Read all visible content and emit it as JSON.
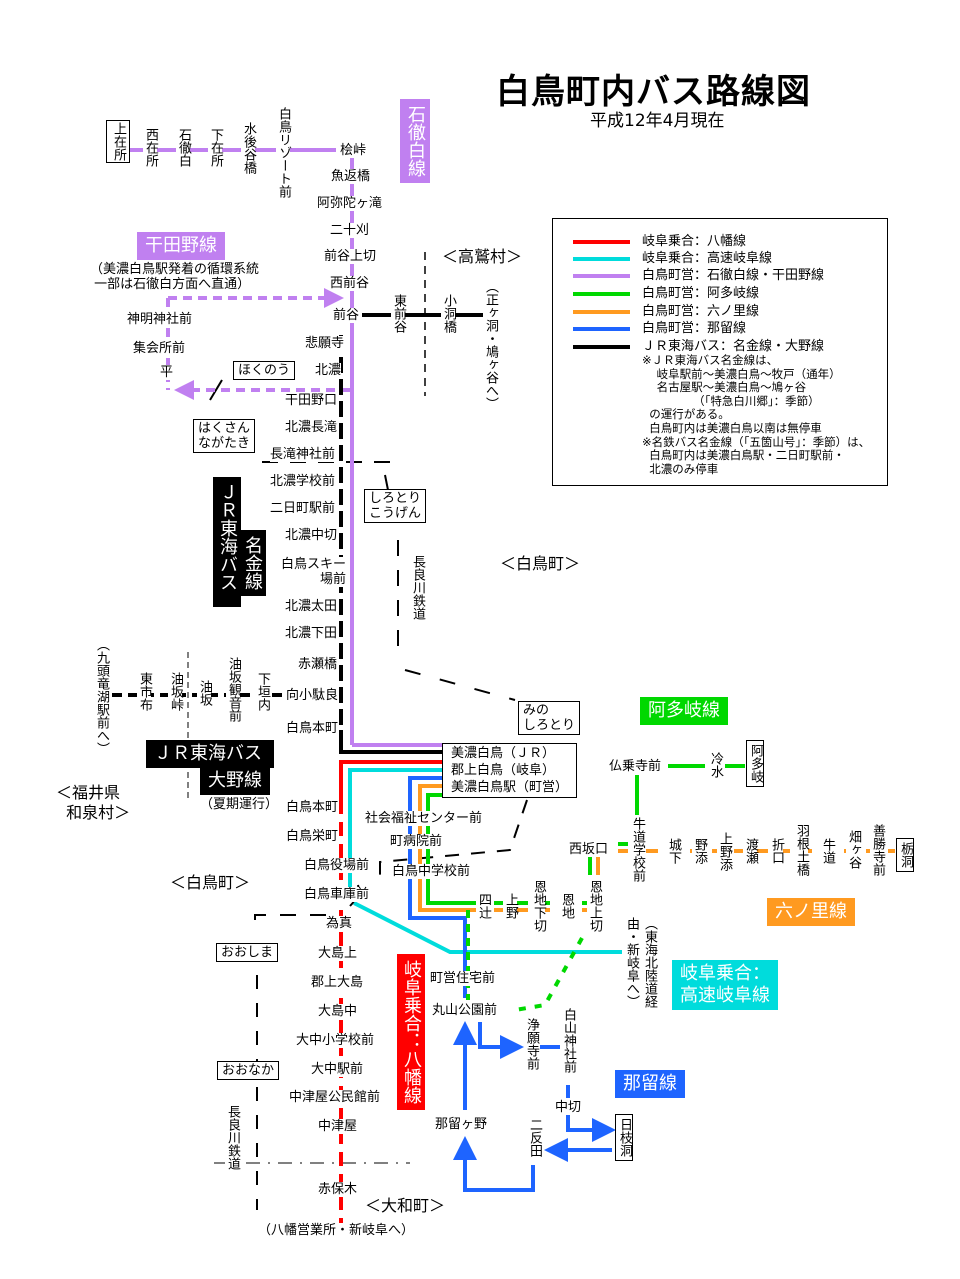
{
  "title": "白鳥町内バス路線図",
  "subtitle": "平成12年4月現在",
  "colors": {
    "hachiman": "#ff0000",
    "kosoku": "#00dcdc",
    "ishitetsu": "#c080f0",
    "atagi": "#00d800",
    "rokunori": "#ff9a20",
    "nadome": "#1e64ff",
    "jr": "#000000"
  },
  "legend": {
    "items": [
      {
        "label": "岐阜乗合：八幡線",
        "color": "#ff0000"
      },
      {
        "label": "岐阜乗合：高速岐阜線",
        "color": "#00dcdc"
      },
      {
        "label": "白鳥町営：石徹白線・干田野線",
        "color": "#c080f0"
      },
      {
        "label": "白鳥町営：阿多岐線",
        "color": "#00d800"
      },
      {
        "label": "白鳥町営：六ノ里線",
        "color": "#ff9a20"
      },
      {
        "label": "白鳥町営：那留線",
        "color": "#1e64ff"
      },
      {
        "label": "ＪＲ東海バス：名金線・大野線",
        "color": "#000000"
      }
    ],
    "note": "※ＪＲ東海バス名金線は、\n    岐阜駅前～美濃白鳥～牧戸（通年）\n    名古屋駅～美濃白鳥～鳩ヶ谷\n              （「特急白川郷」：季節）\n  の運行がある。\n  白鳥町内は美濃白鳥以南は無停車\n※名鉄バス名金線（「五箇山号」：季節）は、\n  白鳥町内は美濃白鳥駅・二日町駅前・\n  北濃のみ停車"
  },
  "route_labels": {
    "ishitetsu": "石徹白線",
    "senda": "干田野線",
    "senda_note": "（美濃白鳥駅発着の循環系統\n 一部は石徹白方面へ直通）",
    "meikin_a": "ＪＲ東海バス",
    "meikin_b": "名金線",
    "ono_a": "ＪＲ東海バス",
    "ono_b": "大野線",
    "ono_note": "（夏期運行）",
    "atagi": "阿多岐線",
    "rokunori": "六ノ里線",
    "kosoku": "岐阜乗合：\n高速岐阜線",
    "hachiman": "岐阜乗合：八幡線",
    "nadome": "那留線"
  },
  "regions": {
    "takasu": "＜高鷲村＞",
    "shirotori1": "＜白鳥町＞",
    "shirotori2": "＜白鳥町＞",
    "fukui": "＜福井県\n  和泉村＞",
    "yamato": "＜大和町＞"
  },
  "boxes": {
    "hokunou": "ほくのう",
    "hakusan": "はくさん\nながたき",
    "shirotori_kougen": "しろとり\nこうげん",
    "mino_shirotori": "みの\nしろとり",
    "ooshima": "おおしま",
    "oonaka": "おおなか"
  },
  "terminal": {
    "line1": "美濃白鳥（ＪＲ）",
    "line2": "郡上白鳥（岐阜）",
    "line3": "美濃白鳥駅（町営）"
  },
  "rail_label_1": "長良川鉄道",
  "rail_label_2": "長良川鉄道",
  "directions": {
    "shogabora": "（正ヶ洞・鳩ヶ谷へ）",
    "kuzuryu": "（九頭竜湖駅前へ）",
    "tokai": "（東海北陸道経由・新岐阜へ）",
    "hachiman_end": "（八幡営業所・新岐阜へ）"
  },
  "stops": {
    "kamizaisho": "上在所",
    "nishizaisho": "西在所",
    "itoshiro": "石徹白",
    "shimozaisho": "下在所",
    "mizukoshi": "水後谷橋",
    "resort": "白鳥リゾート前",
    "hinokitoge": "桧峠",
    "uogaeshi": "魚返橋",
    "amida": "阿弥陀ヶ滝",
    "nijukari": "二十刈",
    "maedani_kamikiri": "前谷上切",
    "nishimaedani": "西前谷",
    "maedani": "前谷",
    "higashimaedani": "東前谷",
    "kobora": "小洞橋",
    "shinmei": "神明神社前",
    "shukaisho": "集会所前",
    "taira": "平",
    "higanji": "悲願寺",
    "hokuno": "北濃",
    "sendano": "干田野口",
    "hokuno_nagataki": "北濃長滝",
    "nagataki_jinja": "長滝神社前",
    "hokuno_gakko": "北濃学校前",
    "futsukamachi": "二日町駅前",
    "hokuno_nakakiri": "北濃中切",
    "ski": "白鳥スキー場前",
    "hokuno_ota": "北濃太田",
    "hokuno_shimoda": "北濃下田",
    "akasebashi": "赤瀬橋",
    "mukaikodara": "向小駄良",
    "honmachi1": "白鳥本町",
    "shimogaito": "下垣内",
    "aburasaka_kannon": "油坂観音前",
    "aburasaka": "油坂",
    "aburasaka_toge": "油坂峠",
    "higashiichinuno": "東市布",
    "honmachi2": "白鳥本町",
    "sakaemachi": "白鳥栄町",
    "yakuba": "白鳥役場前",
    "shako": "白鳥車庫前",
    "tamesane": "為真",
    "ooshima_kami": "大島上",
    "gujo_ooshima": "郡上大島",
    "ooshima_naka": "大島中",
    "oonaka_sho": "大中小学校前",
    "oonaka_eki": "大中駅前",
    "nakatsuya_kominkan": "中津屋公民館前",
    "nakatsuya": "中津屋",
    "akaboki": "赤保木",
    "fukushi": "社会福祉センター前",
    "byoin": "町病院前",
    "chugakko": "白鳥中学校前",
    "yotsutsuji": "四辻",
    "ueno": "上野",
    "onji_shimokiri": "恩地下切",
    "onji": "恩地",
    "onji_kamikiri": "恩地上切",
    "nishisaka": "西坂口",
    "jujo": "仏乗寺前",
    "hiyamizu": "冷水",
    "atagi": "阿多岐",
    "ushimichi_gakko": "牛道学校前",
    "shiroshita": "城下",
    "nozoe": "野添",
    "kaminozoe": "上野添",
    "watarase": "渡瀬",
    "origuchi": "折口",
    "hane": "羽根土橋",
    "ushimichi": "牛道",
    "hatagaya": "畑ヶ谷",
    "zenshoji": "善勝寺前",
    "tochibora": "栃洞",
    "choei": "町営住宅前",
    "maruyama": "丸山公園前",
    "jogan": "浄願寺前",
    "hakusan": "白山神社前",
    "nakakiri": "中切",
    "hiebora": "日枝洞",
    "nitanda": "二反田",
    "nadomegano": "那留ヶ野"
  }
}
